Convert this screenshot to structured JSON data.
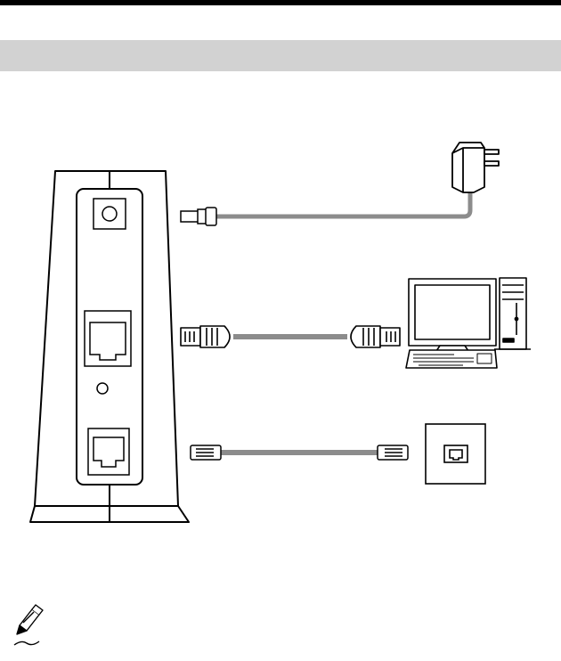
{
  "page": {
    "has_top_rule": true,
    "has_section_band": true
  },
  "diagram": {
    "devices": [
      {
        "id": "router",
        "icon": "router-back-panel-icon"
      },
      {
        "id": "power-adapter",
        "icon": "power-adapter-icon"
      },
      {
        "id": "computer",
        "icon": "desktop-computer-icon"
      },
      {
        "id": "phone-wall-jack",
        "icon": "phone-wall-jack-icon"
      }
    ],
    "connections": [
      {
        "from": "router-power-port",
        "to": "power-adapter",
        "cable": "power-cable"
      },
      {
        "from": "router-lan-port",
        "to": "computer",
        "cable": "ethernet-cable"
      },
      {
        "from": "router-phone-port",
        "to": "phone-wall-jack",
        "cable": "phone-cable"
      }
    ],
    "note_icon": "pencil-note-icon"
  },
  "colors": {
    "cable": "#8c8c8c",
    "band": "#d2d2d2",
    "line": "#000000",
    "screen": "#ffffff"
  }
}
